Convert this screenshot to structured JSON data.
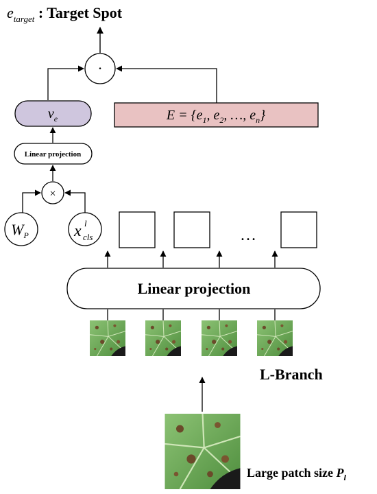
{
  "title": {
    "prefix": "e",
    "sub": "target",
    "rest": " : Target Spot"
  },
  "dot_node": {
    "symbol": "·"
  },
  "ve_node": {
    "base": "v",
    "sub": "e",
    "fill": "#cfc6de"
  },
  "embedding_set": {
    "lhs": "E = {",
    "e1": "e",
    "e1_sub": "1",
    "comma1": ", ",
    "e2": "e",
    "e2_sub": "2",
    "mid": ", …, ",
    "en": "e",
    "en_sub": "n",
    "rhs": "}",
    "fill": "#e9c2c2"
  },
  "small_linear_projection": {
    "label": "Linear projection"
  },
  "times_node": {
    "symbol": "×"
  },
  "wp_node": {
    "base": "W",
    "sub": "P"
  },
  "xcls_node": {
    "base": "x",
    "sup": "l",
    "sub": "cls"
  },
  "token_ellipsis": "…",
  "big_linear_projection": {
    "label": "Linear projection"
  },
  "branch_label": "L-Branch",
  "patch_label": {
    "text": "Large patch size ",
    "var": "P",
    "sub": "l"
  },
  "colors": {
    "leaf_light": "#7fb86a",
    "leaf_dark": "#4d8a3c",
    "spot": "#6b4a2a",
    "shadow": "#1a1a1a"
  }
}
